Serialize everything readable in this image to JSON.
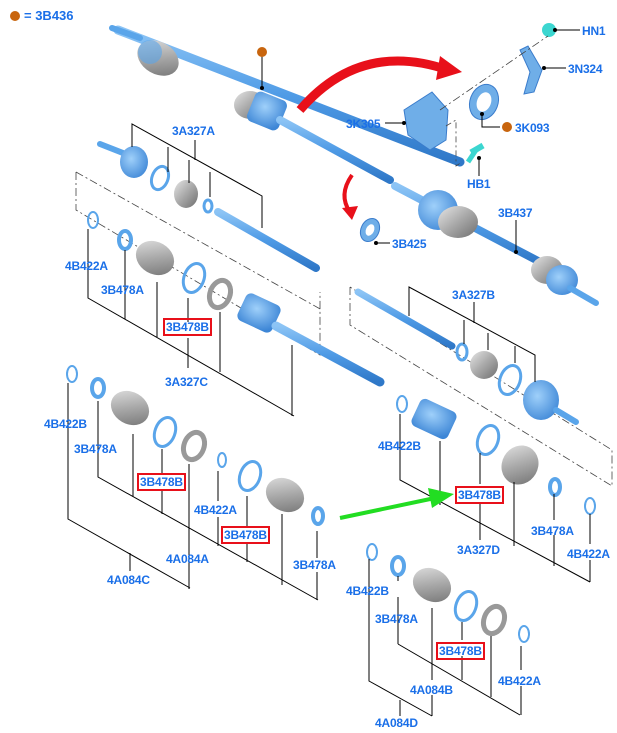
{
  "legend": {
    "marker": "orange-dot",
    "text": "= 3B436",
    "color": "#c8650e"
  },
  "colors": {
    "label": "#1a6fe8",
    "highlight_box": "#e8101a",
    "shaft": "#5aa5ea",
    "boot": "#b0b0b0",
    "red_arrow": "#e8101a",
    "green_arrow": "#22dd22",
    "bolt": "#3cd6d0"
  },
  "labels": {
    "hn1": "HN1",
    "n324": "3N324",
    "k305": "3K305",
    "k093": "3K093",
    "hb1": "HB1",
    "b425": "3B425",
    "b437": "3B437",
    "a327a": "3A327A",
    "a327b": "3A327B",
    "a327c": "3A327C",
    "a327d": "3A327D",
    "b422a_1": "4B422A",
    "b478a_1": "3B478A",
    "b478b_1": "3B478B",
    "b422b_2": "4B422B",
    "b478a_2": "3B478A",
    "b478b_2": "3B478B",
    "b422a_2": "4B422A",
    "b478b_3": "3B478B",
    "a084a": "4A084A",
    "b478a_3": "3B478A",
    "a084c": "4A084C",
    "b422b_4": "4B422B",
    "b478b_4": "3B478B",
    "b478a_4": "3B478A",
    "b422a_4": "4B422A",
    "b422b_5": "4B422B",
    "b478a_5": "3B478A",
    "b478b_5": "3B478B",
    "a084b": "4A084B",
    "b422a_5": "4B422A",
    "a084d": "4A084D"
  }
}
